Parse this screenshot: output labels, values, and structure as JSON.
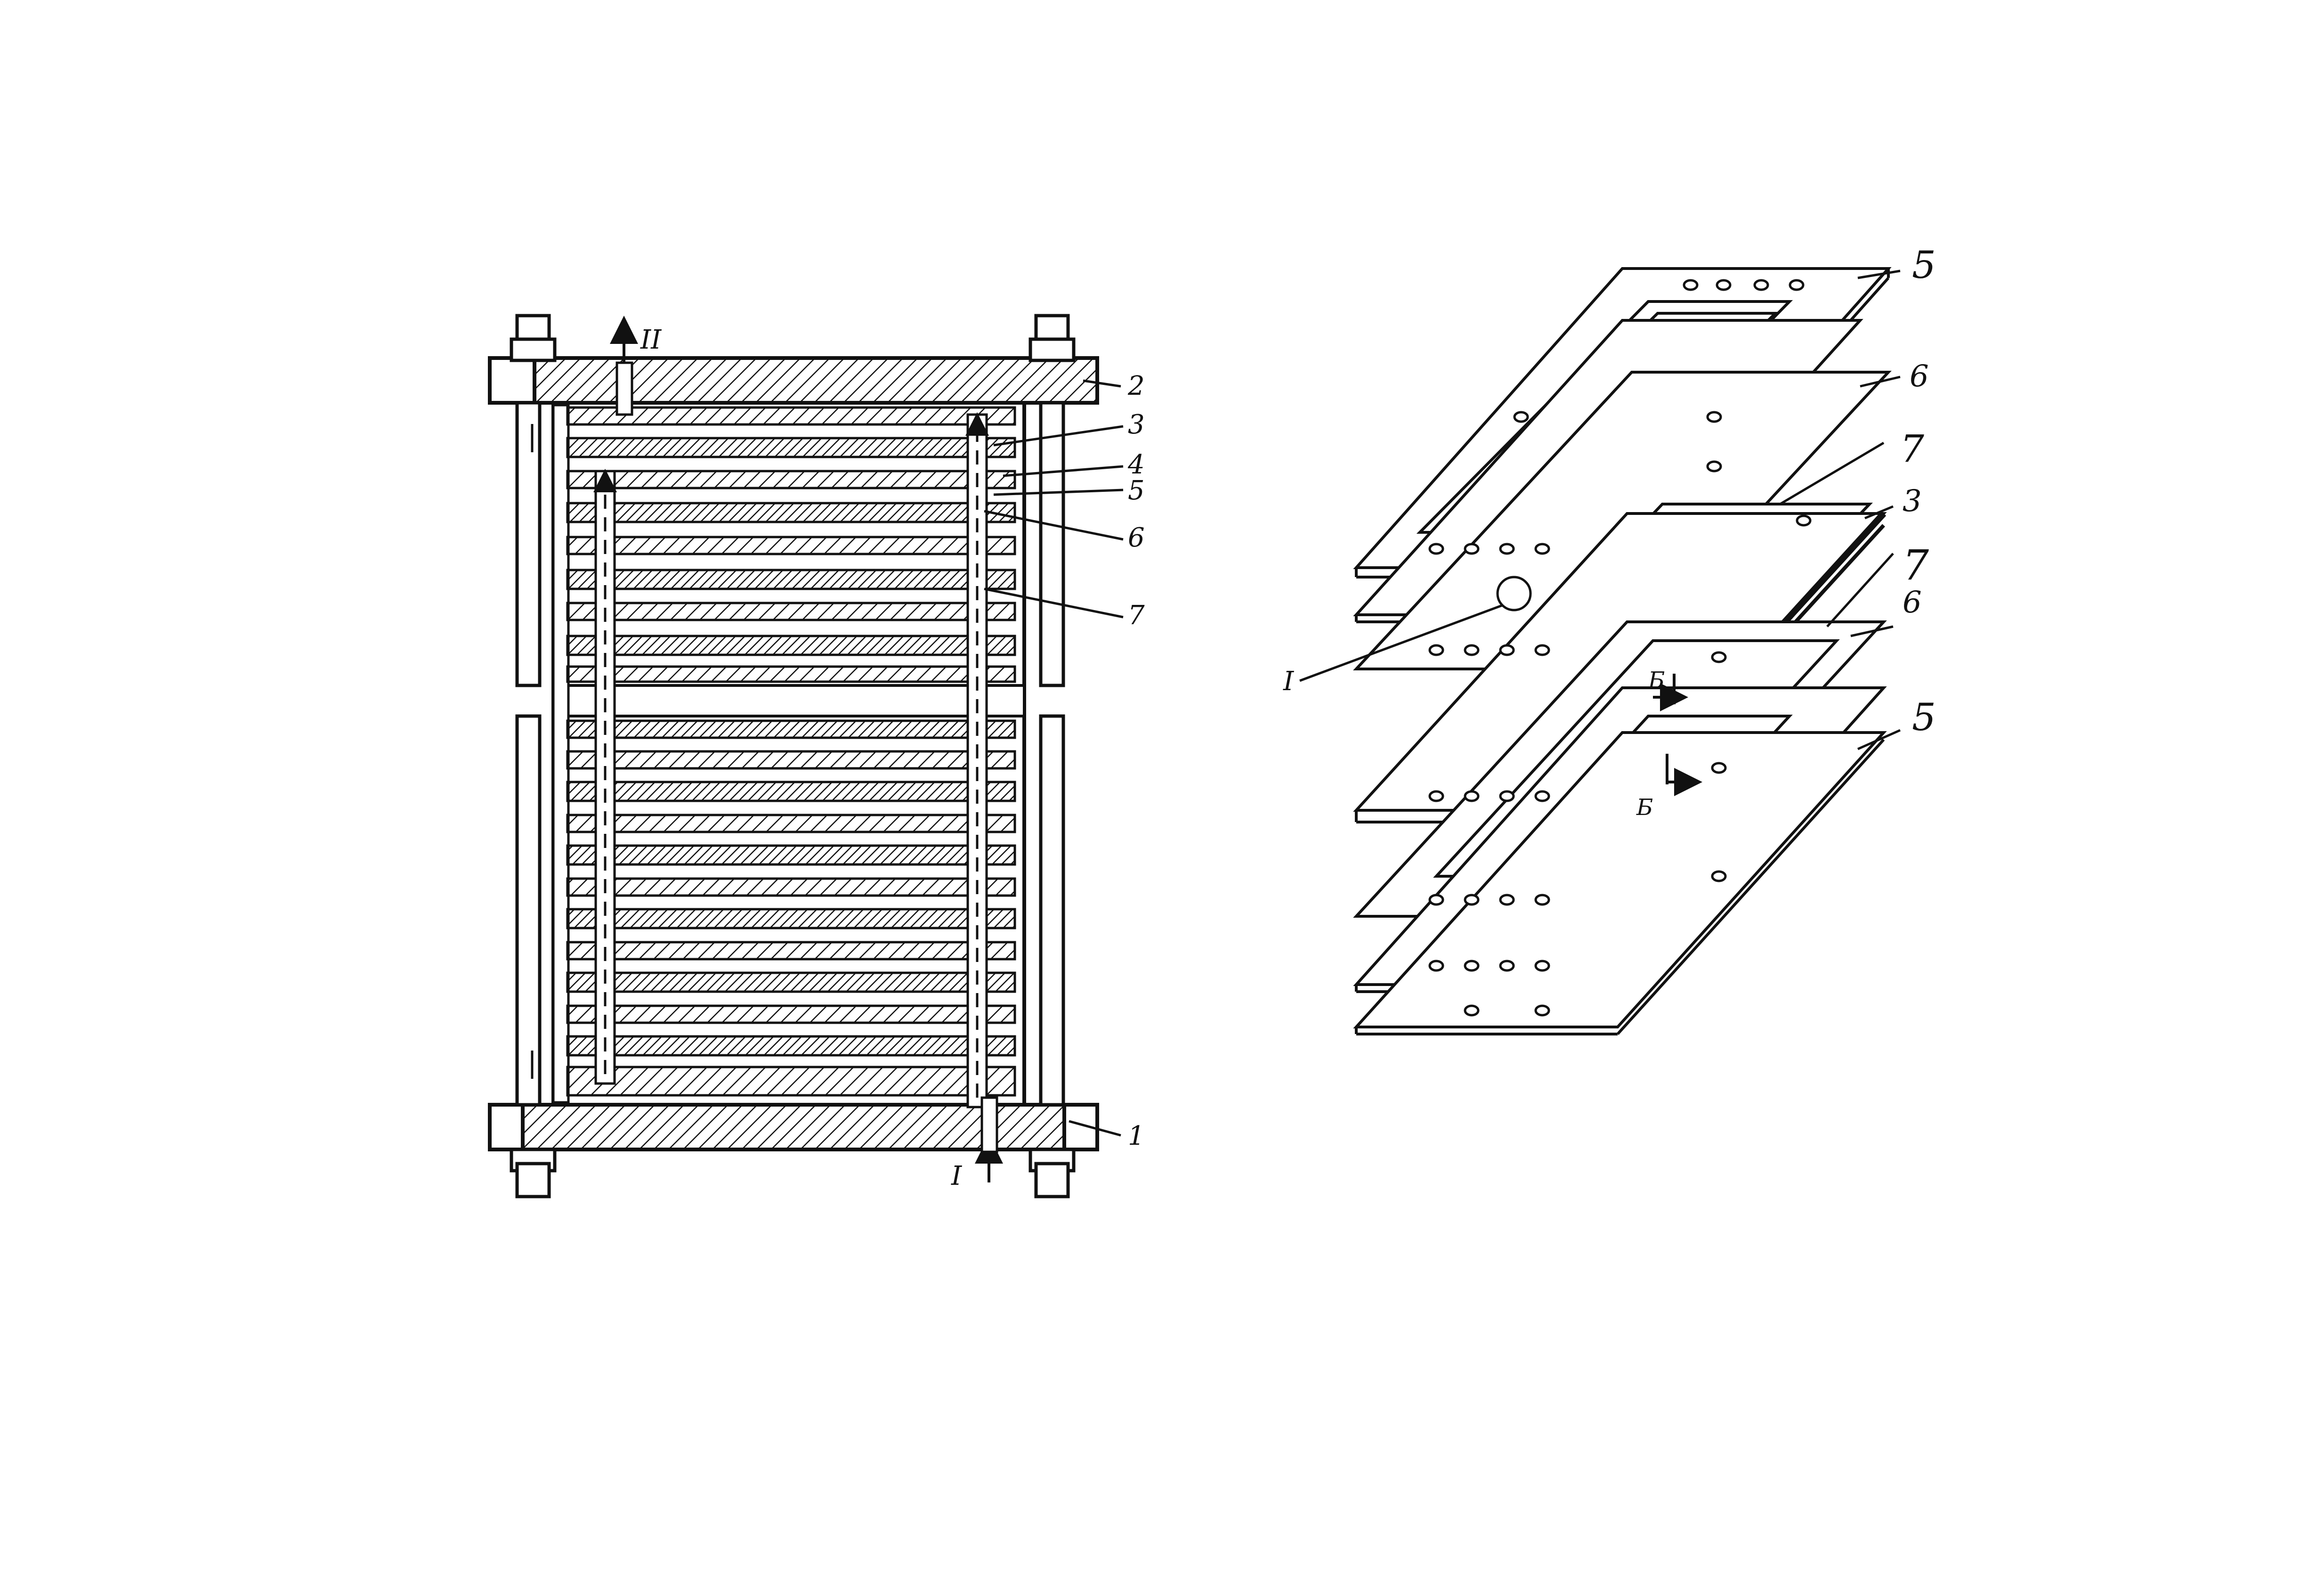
{
  "left_view": {
    "flow_labels": {
      "outlet": "II",
      "inlet": "I"
    },
    "callouts": [
      "2",
      "3",
      "4",
      "5",
      "6",
      "7",
      "1"
    ]
  },
  "right_view": {
    "callouts": [
      "5",
      "6",
      "7",
      "3",
      "7",
      "6",
      "5"
    ],
    "detail_label": "I",
    "section_labels": [
      "Б",
      "Б"
    ]
  },
  "colors": {
    "ink": "#111111",
    "paper": "#ffffff"
  }
}
